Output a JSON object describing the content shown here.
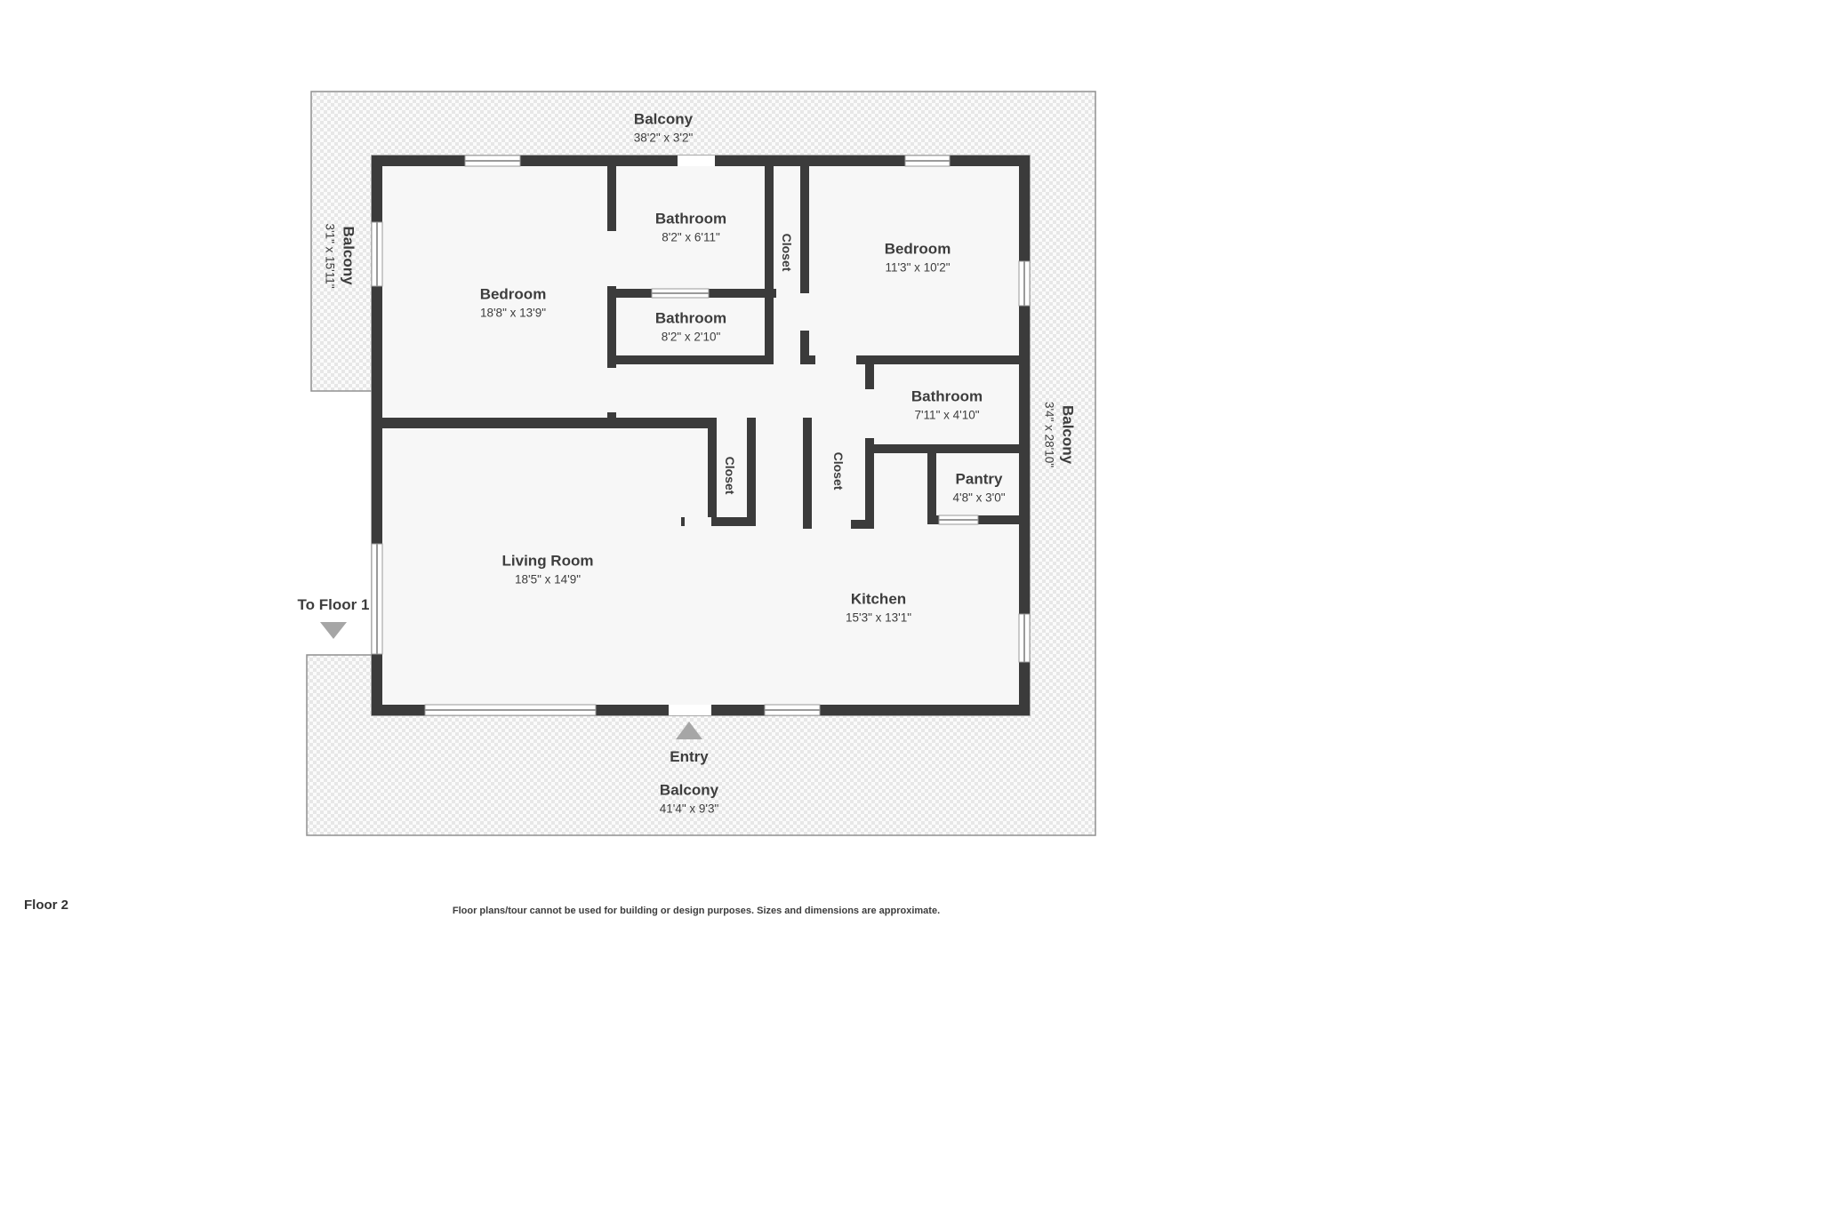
{
  "page": {
    "floor_label": "Floor 2",
    "disclaimer": "Floor plans/tour cannot be used for building or design purposes. Sizes and dimensions are approximate."
  },
  "navigation": {
    "to_floor_label": "To Floor 1",
    "entry_label": "Entry",
    "to_floor_arrow_icon": "triangle-down",
    "entry_arrow_icon": "triangle-up"
  },
  "balconies": {
    "top": {
      "name": "Balcony",
      "dims": "38'2\" x 3'2\""
    },
    "left": {
      "name": "Balcony",
      "dims": "3'1\" x 15'11\""
    },
    "right": {
      "name": "Balcony",
      "dims": "3'4\" x 28'10\""
    },
    "bottom": {
      "name": "Balcony",
      "dims": "41'4\" x 9'3\""
    }
  },
  "rooms": {
    "bedroom1": {
      "name": "Bedroom",
      "dims": "18'8\" x 13'9\""
    },
    "bathroom1": {
      "name": "Bathroom",
      "dims": "8'2\" x 6'11\""
    },
    "bathroom2": {
      "name": "Bathroom",
      "dims": "8'2\" x 2'10\""
    },
    "closet_top": {
      "name": "Closet"
    },
    "bedroom2": {
      "name": "Bedroom",
      "dims": "11'3\" x 10'2\""
    },
    "bathroom3": {
      "name": "Bathroom",
      "dims": "7'11\" x 4'10\""
    },
    "closet_hall_left": {
      "name": "Closet"
    },
    "closet_hall_center": {
      "name": "Closet"
    },
    "pantry": {
      "name": "Pantry",
      "dims": "4'8\" x 3'0\""
    },
    "living_room": {
      "name": "Living Room",
      "dims": "18'5\" x 14'9\""
    },
    "kitchen": {
      "name": "Kitchen",
      "dims": "15'3\" x 13'1\""
    }
  },
  "colors": {
    "wall": "#3b3b3b",
    "floor": "#f7f7f7",
    "hatch_dark": "#e7e7e7",
    "hatch_light": "#fbfbfb",
    "outline": "#909090",
    "text": "#3d3d3d",
    "arrow": "#a6a6a6"
  }
}
